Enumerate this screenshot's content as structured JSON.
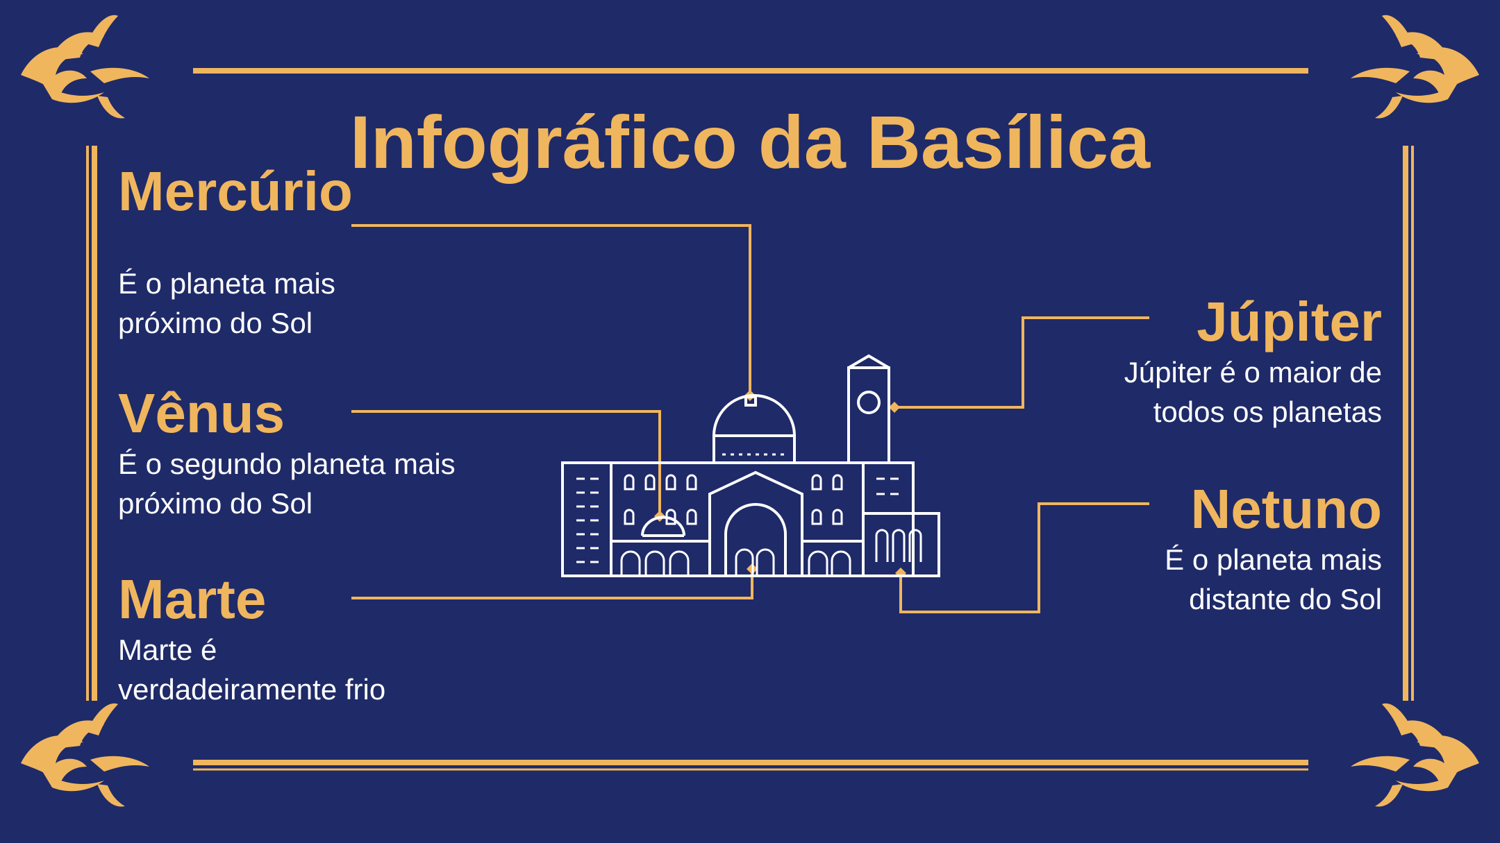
{
  "title": "Infográfico da Basílica",
  "colors": {
    "background": "#1f2a68",
    "accent": "#f0b65e",
    "text": "#ffffff",
    "outline": "#ffffff"
  },
  "illustration": "basilica-line-icon",
  "ornaments": "corner-flourish-icon",
  "items": {
    "mercurio": {
      "title": "Mercúrio",
      "text": "É o planeta mais próximo do Sol"
    },
    "venus": {
      "title": "Vênus",
      "text": "É o segundo planeta mais próximo do Sol"
    },
    "marte": {
      "title": "Marte",
      "text": "Marte é verdadeiramente frio"
    },
    "jupiter": {
      "title": "Júpiter",
      "text": "Júpiter é o maior de todos os planetas"
    },
    "netuno": {
      "title": "Netuno",
      "text": "É o planeta mais distante do Sol"
    }
  }
}
